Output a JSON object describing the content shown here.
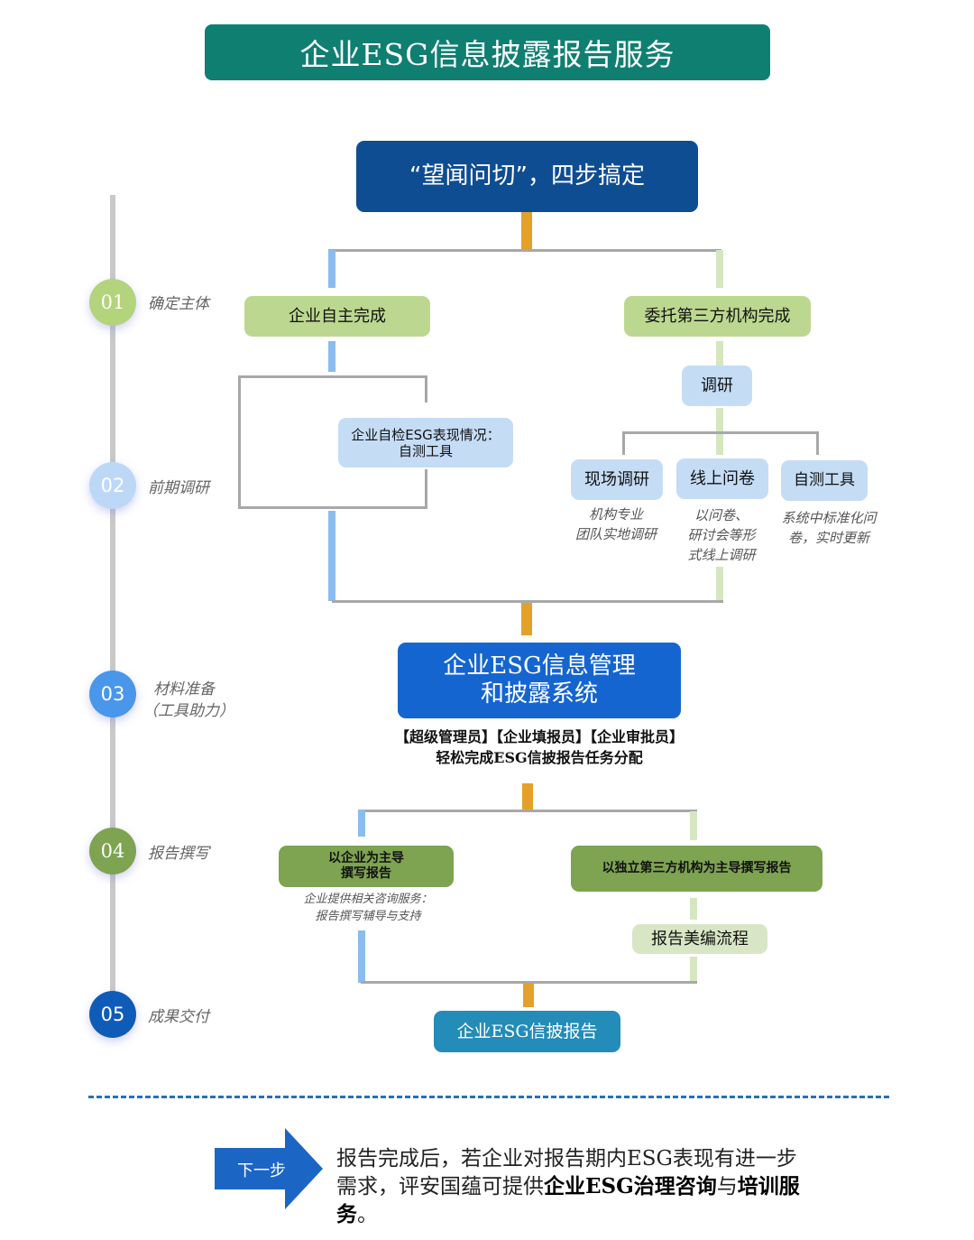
{
  "title": "企业ESG信息披露报告服务",
  "top_node": "“望闻问切”，四步搞定",
  "timeline": [
    {
      "number": "01",
      "label": "确定主体",
      "color": "#b3d37c"
    },
    {
      "number": "02",
      "label": "前期调研",
      "color": "#bcd8f6"
    },
    {
      "number": "03",
      "label": "材料准备",
      "sublabel": "（工具助力）",
      "color": "#4a96ea"
    },
    {
      "number": "04",
      "label": "报告撰写",
      "color": "#7ea351"
    },
    {
      "number": "05",
      "label": "成果交付",
      "color": "#0f5bb8"
    }
  ],
  "step1": {
    "left": "企业自主完成",
    "right": "委托第三方机构完成"
  },
  "step2": {
    "self_check_line1": "企业自检ESG表现情况：",
    "self_check_line2": "自测工具",
    "research": "调研",
    "methods": [
      {
        "label": "现场调研",
        "note_lines": [
          "机构专业",
          "团队实地调研"
        ]
      },
      {
        "label": "线上问卷",
        "note_lines": [
          "以问卷、",
          "研讨会等形",
          "式线上调研"
        ]
      },
      {
        "label": "自测工具",
        "note_lines": [
          "系统中标准化问",
          "卷，实时更新"
        ]
      }
    ]
  },
  "step3": {
    "system_line1": "企业ESG信息管理",
    "system_line2": "和披露系统",
    "roles_line": "【超级管理员】【企业填报员】【企业审批员】",
    "roles_desc": "轻松完成ESG信披报告任务分配"
  },
  "step4": {
    "left_line1": "以企业为主导",
    "left_line2": "撰写报告",
    "left_note_line1": "企业提供相关咨询服务：",
    "left_note_line2": "报告撰写辅导与支持",
    "right": "以独立第三方机构为主导撰写报告",
    "design": "报告美编流程"
  },
  "step5": {
    "deliverable": "企业ESG信披报告"
  },
  "next_step": {
    "label": "下一步",
    "text_part1": "报告完成后，若企业对报告期内ESG表现有进一步需求，评安国蕴可提供",
    "text_bold": "企业ESG治理咨询",
    "text_part2": "与",
    "text_bold2": "培训服务",
    "text_end": "。"
  }
}
